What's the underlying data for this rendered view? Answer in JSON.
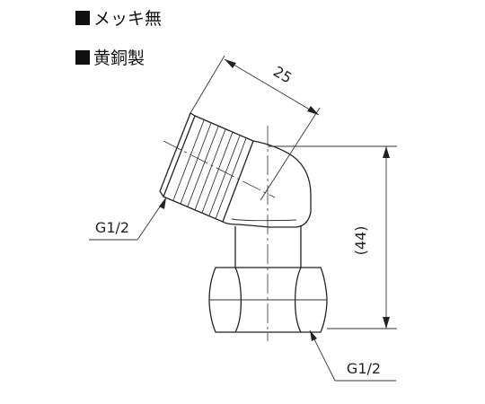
{
  "notes": [
    {
      "text": "メッキ無"
    },
    {
      "text": "黄銅製"
    }
  ],
  "dimensions": {
    "length_label": "25",
    "height_label": "(44)"
  },
  "callouts": {
    "upper_thread": "G1/2",
    "lower_thread": "G1/2"
  },
  "colors": {
    "line": "#222222",
    "background": "#ffffff"
  }
}
